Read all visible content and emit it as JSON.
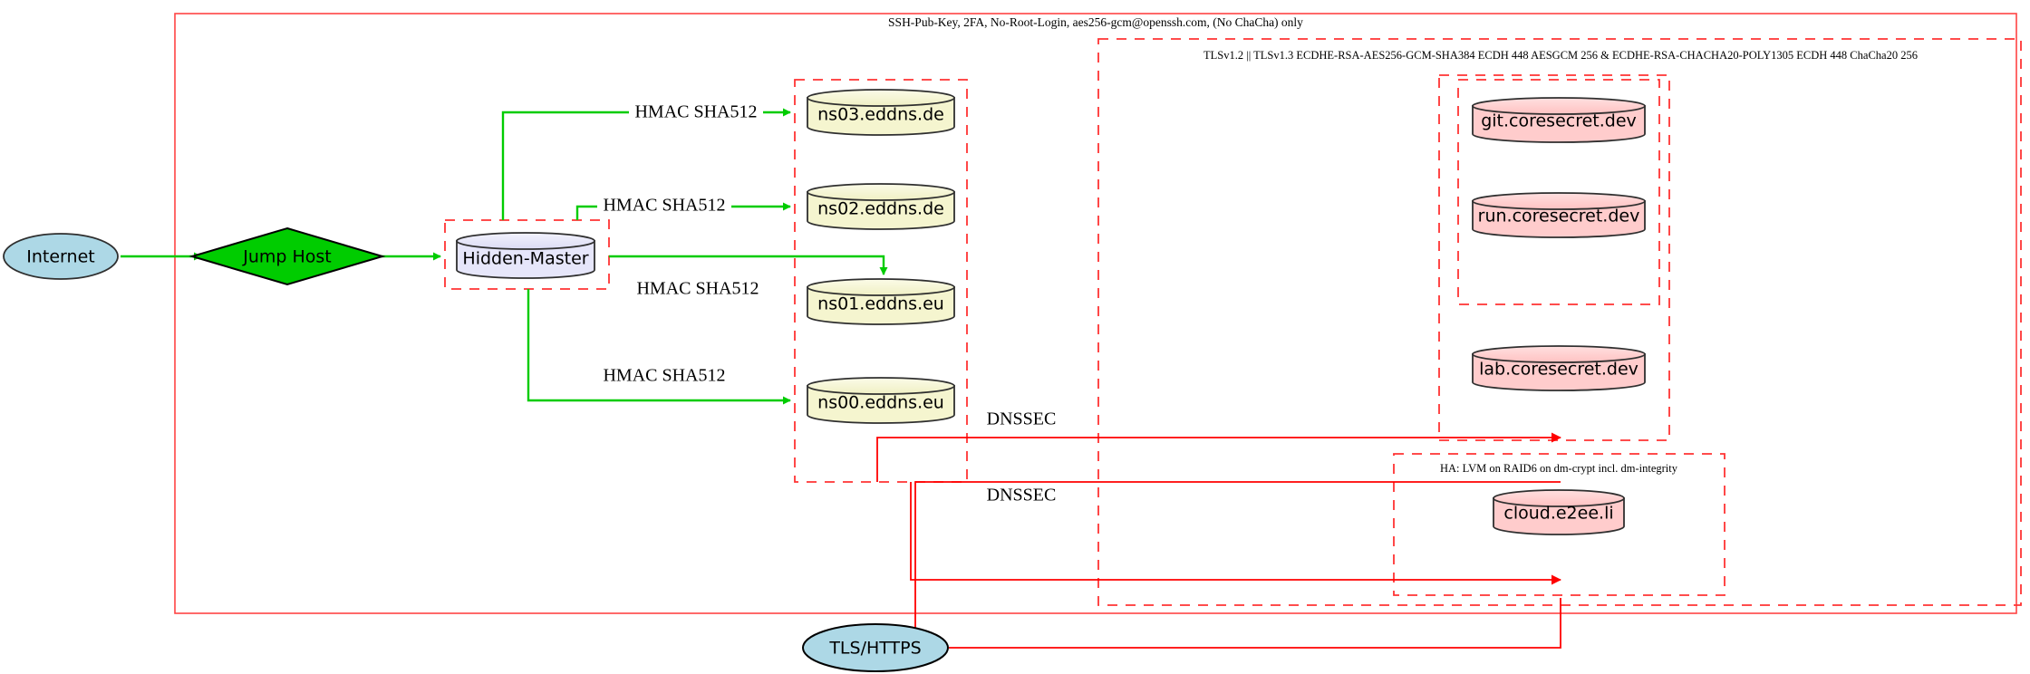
{
  "diagram": {
    "type": "network-infrastructure-graph",
    "background": "#ffffff",
    "colors": {
      "cluster_border_solid": "#ff0000",
      "cluster_border_dashed": "#ff3333",
      "edge_green": "#00cc00",
      "edge_red": "#ff0000",
      "node_db_yellow": "#f5f5cf",
      "node_db_lavender": "#e6e6fa",
      "node_db_pink": "#ffcccc",
      "node_ellipse_blue": "#add8e6",
      "node_diamond_green": "#00cc00",
      "node_stroke": "#2f2f2f"
    },
    "clusters": {
      "ssh": {
        "label": "SSH-Pub-Key, 2FA, No-Root-Login, aes256-gcm@openssh.com, (No ChaCha) only",
        "style": "solid"
      },
      "tls": {
        "label": "TLSv1.2 || TLSv1.3 ECDHE-RSA-AES256-GCM-SHA384 ECDH 448 AESGCM 256 & ECDHE-RSA-CHACHA20-POLY1305 ECDH 448 ChaCha20 256",
        "style": "dashed"
      },
      "ha": {
        "label": "HA: LVM on RAID6 on dm-crypt incl. dm-integrity",
        "style": "dashed"
      },
      "hidden_master_box": {
        "label": "",
        "style": "dashed"
      },
      "dns_box": {
        "label": "",
        "style": "dashed"
      },
      "coresecret_box": {
        "label": "",
        "style": "dashed"
      },
      "coresecret_inner_box": {
        "label": "",
        "style": "dashed"
      }
    },
    "nodes": [
      {
        "id": "internet",
        "label": "Internet",
        "shape": "ellipse",
        "fill": "#add8e6"
      },
      {
        "id": "jump-host",
        "label": "Jump Host",
        "shape": "diamond",
        "fill": "#00cc00"
      },
      {
        "id": "hidden-master",
        "label": "Hidden-Master",
        "shape": "cylinder",
        "fill": "#e6e6fa"
      },
      {
        "id": "ns03",
        "label": "ns03.eddns.de",
        "shape": "cylinder",
        "fill": "#f5f5cf"
      },
      {
        "id": "ns02",
        "label": "ns02.eddns.de",
        "shape": "cylinder",
        "fill": "#f5f5cf"
      },
      {
        "id": "ns01",
        "label": "ns01.eddns.eu",
        "shape": "cylinder",
        "fill": "#f5f5cf"
      },
      {
        "id": "ns00",
        "label": "ns00.eddns.eu",
        "shape": "cylinder",
        "fill": "#f5f5cf"
      },
      {
        "id": "git",
        "label": "git.coresecret.dev",
        "shape": "cylinder",
        "fill": "#ffcccc"
      },
      {
        "id": "run",
        "label": "run.coresecret.dev",
        "shape": "cylinder",
        "fill": "#ffcccc"
      },
      {
        "id": "lab",
        "label": "lab.coresecret.dev",
        "shape": "cylinder",
        "fill": "#ffcccc"
      },
      {
        "id": "cloud",
        "label": "cloud.e2ee.li",
        "shape": "cylinder",
        "fill": "#ffcccc"
      },
      {
        "id": "tls-https",
        "label": "TLS/HTTPS",
        "shape": "ellipse",
        "fill": "#add8e6"
      }
    ],
    "edges": [
      {
        "from": "internet",
        "to": "jump-host",
        "label": "",
        "color": "green"
      },
      {
        "from": "jump-host",
        "to": "hidden-master",
        "label": "",
        "color": "green"
      },
      {
        "from": "hidden-master",
        "to": "ns03",
        "label": "HMAC SHA512",
        "color": "green"
      },
      {
        "from": "hidden-master",
        "to": "ns02",
        "label": "HMAC SHA512",
        "color": "green"
      },
      {
        "from": "hidden-master",
        "to": "ns01",
        "label": "HMAC SHA512",
        "color": "green"
      },
      {
        "from": "hidden-master",
        "to": "ns00",
        "label": "HMAC SHA512",
        "color": "green"
      },
      {
        "from": "ns-cluster",
        "to": "coresecret",
        "label": "DNSSEC",
        "color": "red"
      },
      {
        "from": "ns-cluster",
        "to": "cloud",
        "label": "DNSSEC",
        "color": "red"
      },
      {
        "from": "tls-https",
        "to": "coresecret",
        "label": "",
        "color": "red"
      },
      {
        "from": "tls-https",
        "to": "cloud",
        "label": "",
        "color": "red"
      }
    ],
    "edge_labels": {
      "hmac": "HMAC SHA512",
      "dnssec": "DNSSEC"
    }
  }
}
